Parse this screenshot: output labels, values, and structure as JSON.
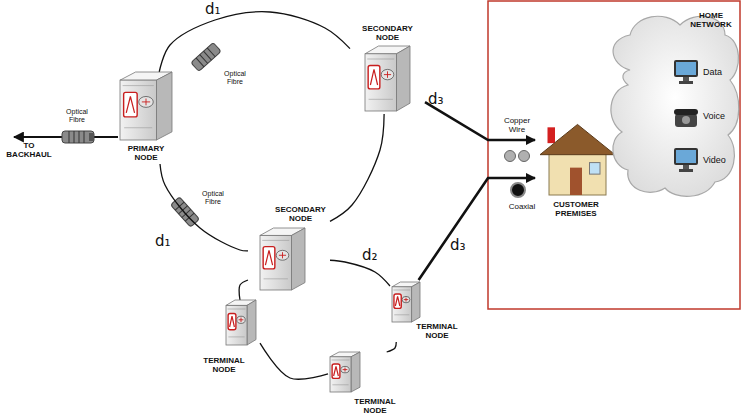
{
  "diagram": {
    "nodes": [
      {
        "text": [
          "PRIMARY NODE"
        ]
      },
      {
        "text": [
          "SECONDARY NODE"
        ]
      },
      {
        "text": [
          "SECONDARY NODE"
        ]
      },
      {
        "text": [
          "TERMINAL NODE"
        ]
      },
      {
        "text": [
          "TERMINAL NODE"
        ]
      },
      {
        "text": [
          "TERMINAL NODE"
        ]
      },
      {
        "text": [
          "CUSTOMER PREMISES"
        ]
      },
      {
        "text": [
          "HOME NETWORK"
        ]
      },
      {
        "text": [
          "Data"
        ],
        "in": 7
      },
      {
        "text": [
          "Voice"
        ],
        "in": 7
      },
      {
        "text": [
          "Video"
        ],
        "in": 7
      }
    ],
    "edges": [
      {
        "from": 0,
        "to": 1,
        "label": "d₁",
        "arrow": "none"
      },
      {
        "from": 0,
        "to": 2,
        "label": "d₁",
        "arrow": "none"
      },
      {
        "from": 1,
        "to": 2,
        "arrow": "none"
      },
      {
        "from": 2,
        "to": 3,
        "label": "d₂",
        "arrow": "none"
      },
      {
        "from": 3,
        "to": 4,
        "arrow": "none"
      },
      {
        "from": 4,
        "to": 5,
        "arrow": "none"
      },
      {
        "from": 5,
        "to": 2,
        "arrow": "none"
      },
      {
        "from": 1,
        "to": 6,
        "label": "d₃",
        "arrow": "to"
      },
      {
        "from": 3,
        "to": 6,
        "label": "d₃",
        "arrow": "to"
      }
    ],
    "labels": [
      "TO BACKHAUL",
      "Optical Fibre",
      "Optical Fibre",
      "Optical Fibre",
      "Copper Wire",
      "Coaxial"
    ]
  }
}
